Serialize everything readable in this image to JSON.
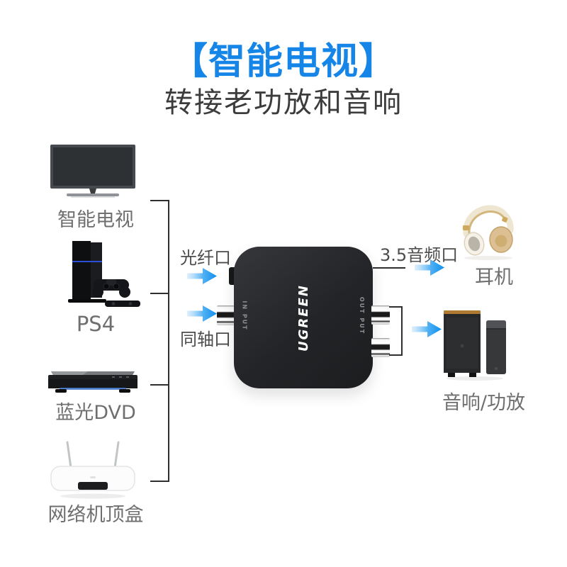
{
  "header": {
    "title": "【智能电视】",
    "subtitle": "转接老功放和音响"
  },
  "sources": [
    {
      "label": "智能电视",
      "icon": "smart-tv"
    },
    {
      "label": "PS4",
      "icon": "ps4-console"
    },
    {
      "label": "蓝光DVD",
      "icon": "bluray-dvd-player"
    },
    {
      "label": "网络机顶盒",
      "icon": "network-set-top-box"
    }
  ],
  "converter": {
    "brand": "UGREEN",
    "left_port_label": "IN PUT",
    "right_port_label": "OUT PUT"
  },
  "inputs": {
    "optical_label": "光纤口",
    "coaxial_label": "同轴口"
  },
  "outputs": {
    "audio35_label": "3.5音频口",
    "headphones_label": "耳机",
    "speaker_label": "音响/功放"
  },
  "colors": {
    "title_blue": "#1586e8",
    "arrow_blue": "#0f8fee",
    "subtitle_dark": "#3c3c3c",
    "device_label_gray": "#6f6f6f",
    "port_label_gray": "#4d4d4d",
    "line_dark": "#2f2f2f"
  }
}
